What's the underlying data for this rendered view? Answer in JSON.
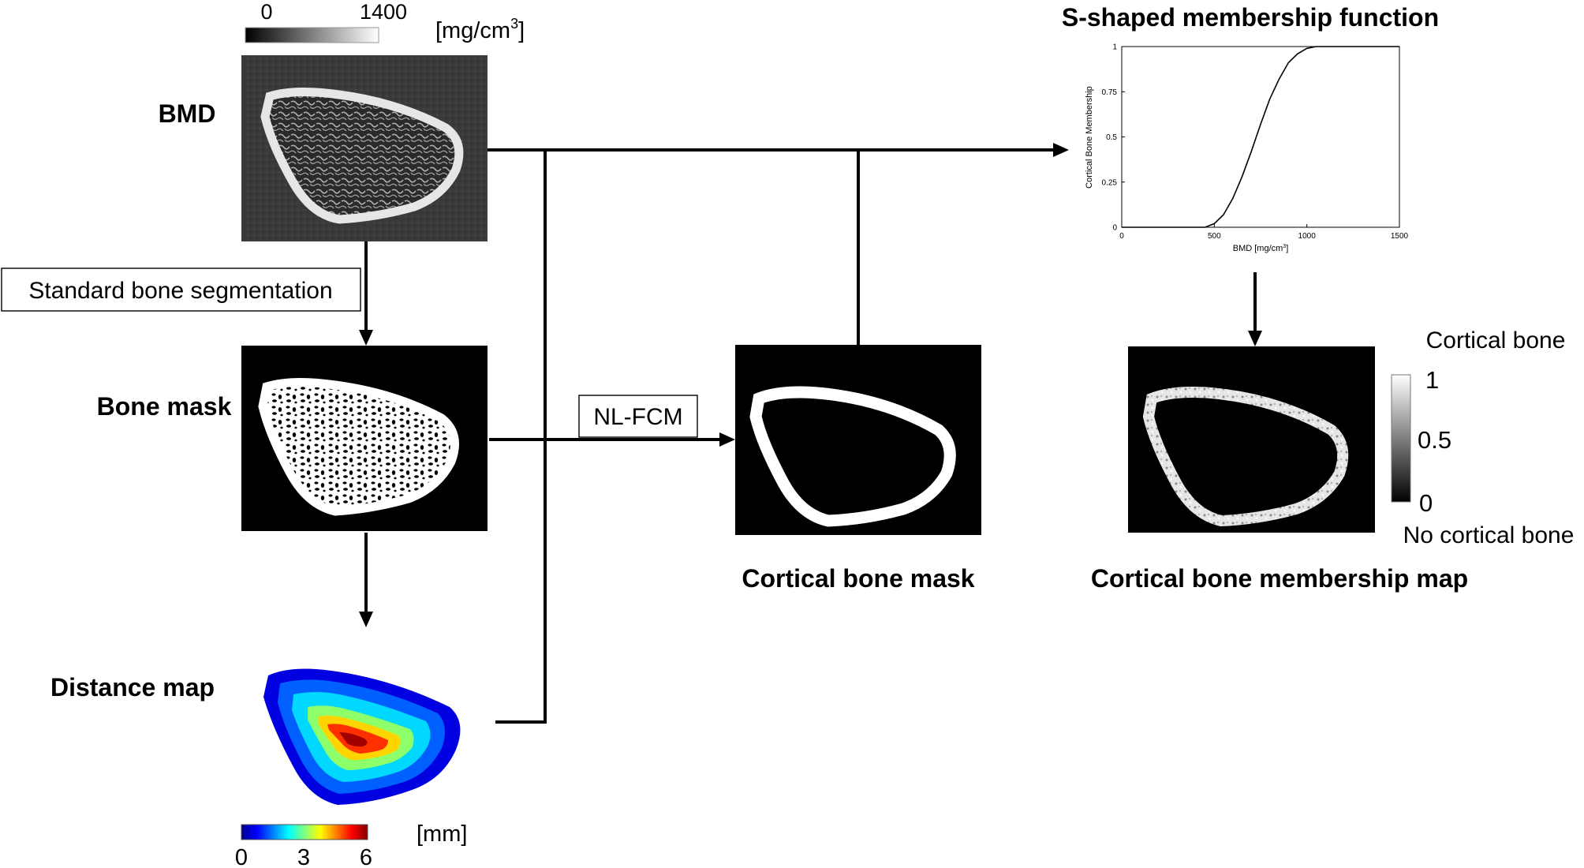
{
  "bmd": {
    "label": "BMD",
    "colorbar_min": "0",
    "colorbar_max": "1400",
    "unit_prefix": "[mg/cm",
    "unit_exp": "3",
    "unit_suffix": "]"
  },
  "bone_mask": {
    "label": "Bone mask"
  },
  "distance_map": {
    "label": "Distance map",
    "colorbar_ticks": [
      "0",
      "3",
      "6"
    ],
    "unit": "[mm]"
  },
  "cortical_mask": {
    "label": "Cortical bone mask"
  },
  "membership_map": {
    "label": "Cortical bone membership map",
    "top_label": "Cortical bone",
    "bottom_label": "No cortical bone",
    "colorbar_ticks": [
      "1",
      "0.5",
      "0"
    ]
  },
  "steps": {
    "segmentation": "Standard bone segmentation",
    "nlfcm": "NL-FCM"
  },
  "membership_function": {
    "title": "S-shaped membership function",
    "xlabel_prefix": "BMD [mg/cm",
    "xlabel_exp": "3",
    "xlabel_suffix": "]",
    "ylabel": "Cortical Bone Membership",
    "x_ticks": [
      "0",
      "500",
      "1000",
      "1500"
    ],
    "y_ticks": [
      "0",
      "0.25",
      "0.5",
      "0.75",
      "1"
    ]
  },
  "chart_data": {
    "type": "line",
    "x": [
      0,
      450,
      500,
      550,
      600,
      650,
      700,
      750,
      800,
      850,
      900,
      950,
      1000,
      1050,
      1100,
      1500
    ],
    "series": [
      {
        "values": [
          0,
          0,
          0.02,
          0.07,
          0.16,
          0.28,
          0.42,
          0.57,
          0.71,
          0.82,
          0.91,
          0.96,
          0.99,
          1,
          1,
          1
        ]
      }
    ],
    "xlim": [
      0,
      1500
    ],
    "ylim": [
      0,
      1
    ],
    "grid": false
  }
}
